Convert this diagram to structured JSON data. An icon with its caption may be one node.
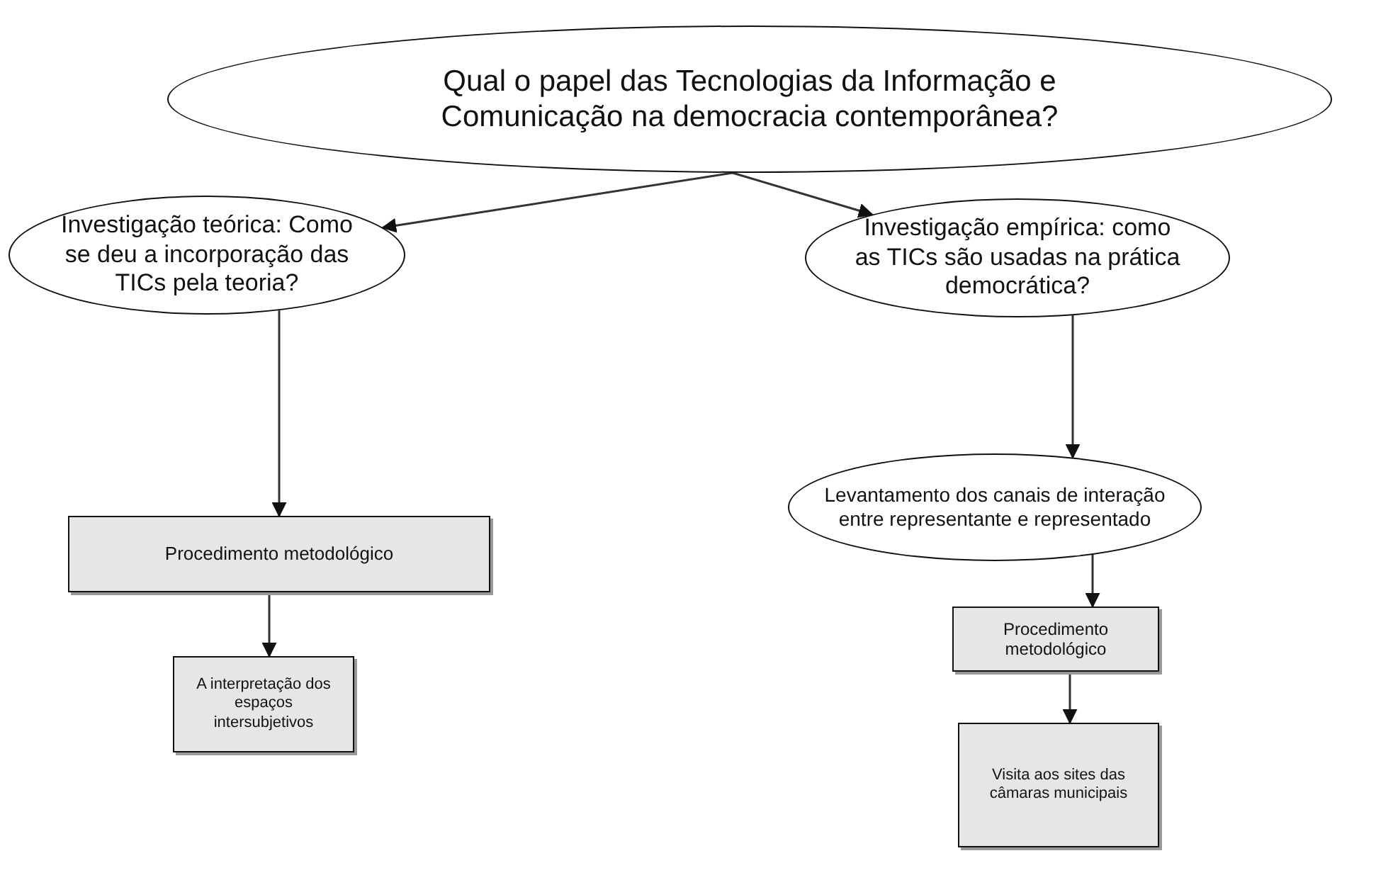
{
  "diagram": {
    "nodes": [
      {
        "text": [
          "Qual o papel das Tecnologias da Informação e Comunicação na democracia contemporânea?"
        ]
      },
      {
        "text": [
          "Investigação teórica: Como se deu a incorporação das TICs pela teoria?"
        ]
      },
      {
        "text": [
          "Investigação empírica: como as TICs são usadas na prática democrática?"
        ]
      },
      {
        "text": [
          "Procedimento metodológico"
        ]
      },
      {
        "text": [
          "A interpretação dos espaços intersubjetivos"
        ]
      },
      {
        "text": [
          "Levantamento dos canais de interação entre representante e representado"
        ]
      },
      {
        "text": [
          "Procedimento metodológico"
        ]
      },
      {
        "text": [
          "Visita aos sites das câmaras municipais"
        ]
      }
    ],
    "edges": [
      {
        "from": 0,
        "to": 1,
        "arrow": "to"
      },
      {
        "from": 0,
        "to": 2,
        "arrow": "to"
      },
      {
        "from": 1,
        "to": 3,
        "arrow": "to"
      },
      {
        "from": 3,
        "to": 4,
        "arrow": "to"
      },
      {
        "from": 2,
        "to": 5,
        "arrow": "to"
      },
      {
        "from": 5,
        "to": 6,
        "arrow": "to"
      },
      {
        "from": 6,
        "to": 7,
        "arrow": "to"
      }
    ]
  }
}
